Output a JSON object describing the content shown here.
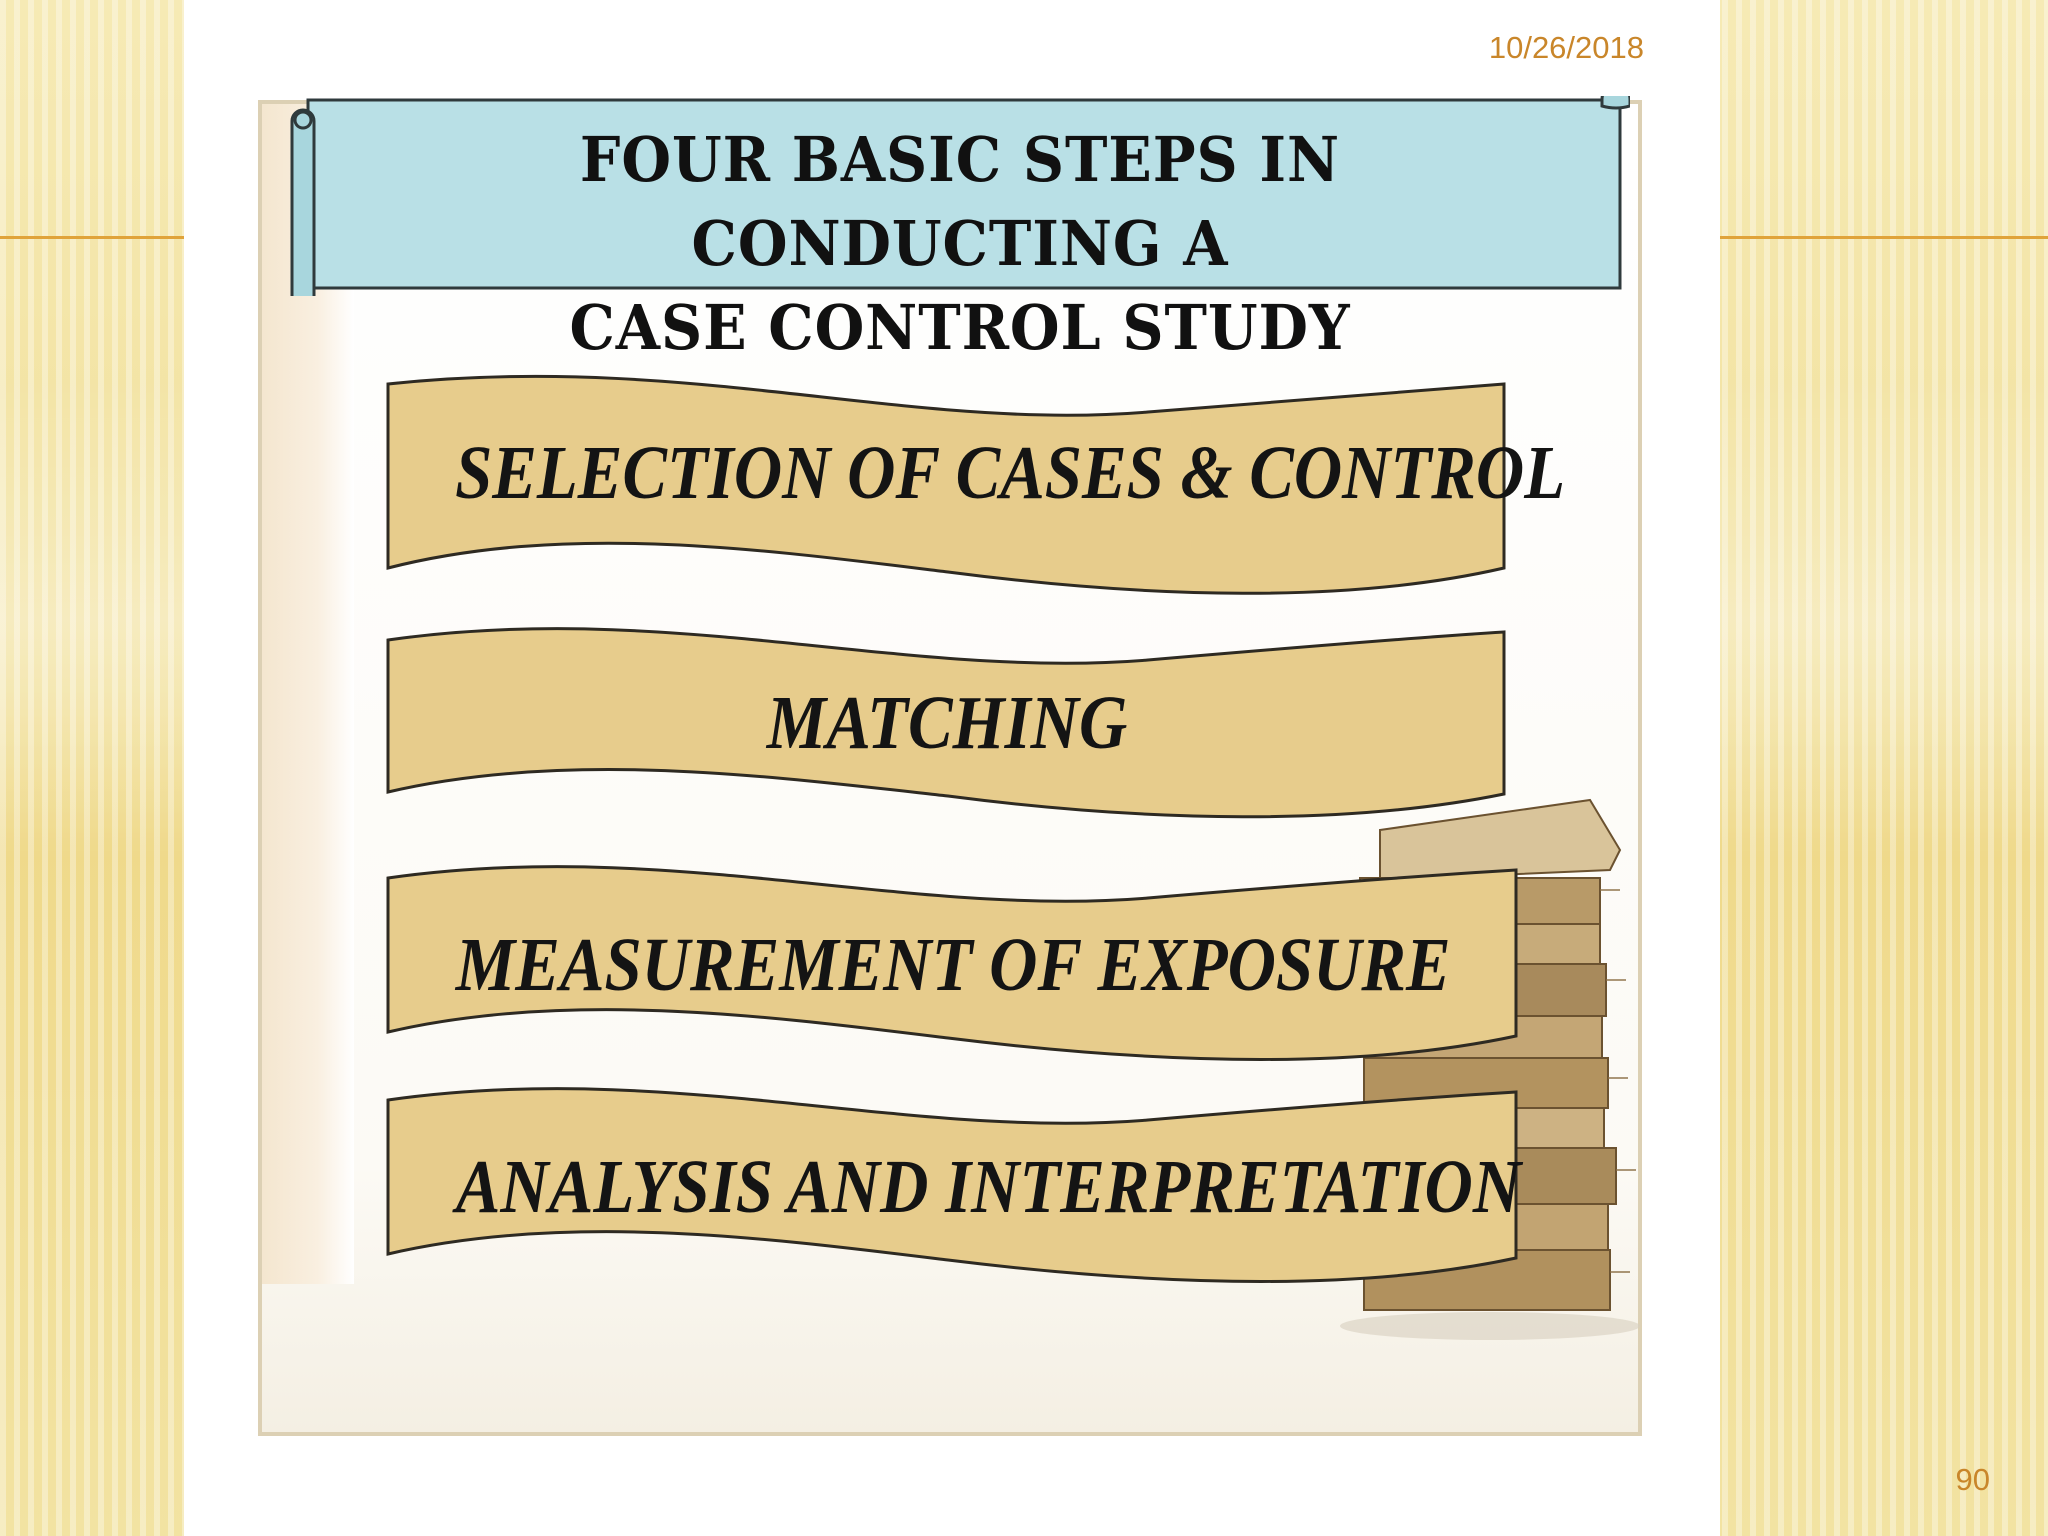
{
  "slide": {
    "date": "10/26/2018",
    "page_number": "90"
  },
  "diagram": {
    "title_line1": "FOUR BASIC STEPS IN CONDUCTING A",
    "title_line2": "CASE CONTROL STUDY",
    "steps": [
      {
        "label": "SELECTION OF CASES & CONTROL"
      },
      {
        "label": "MATCHING"
      },
      {
        "label": "MEASUREMENT OF EXPOSURE"
      },
      {
        "label": "ANALYSIS AND INTERPRETATION"
      }
    ]
  },
  "colors": {
    "accent": "#e0a33a",
    "date_text": "#c9862a",
    "banner_fill": "#b9e0e6",
    "ribbon_fill": "#e7cc8c",
    "ribbon_stroke": "#2e2a22"
  }
}
